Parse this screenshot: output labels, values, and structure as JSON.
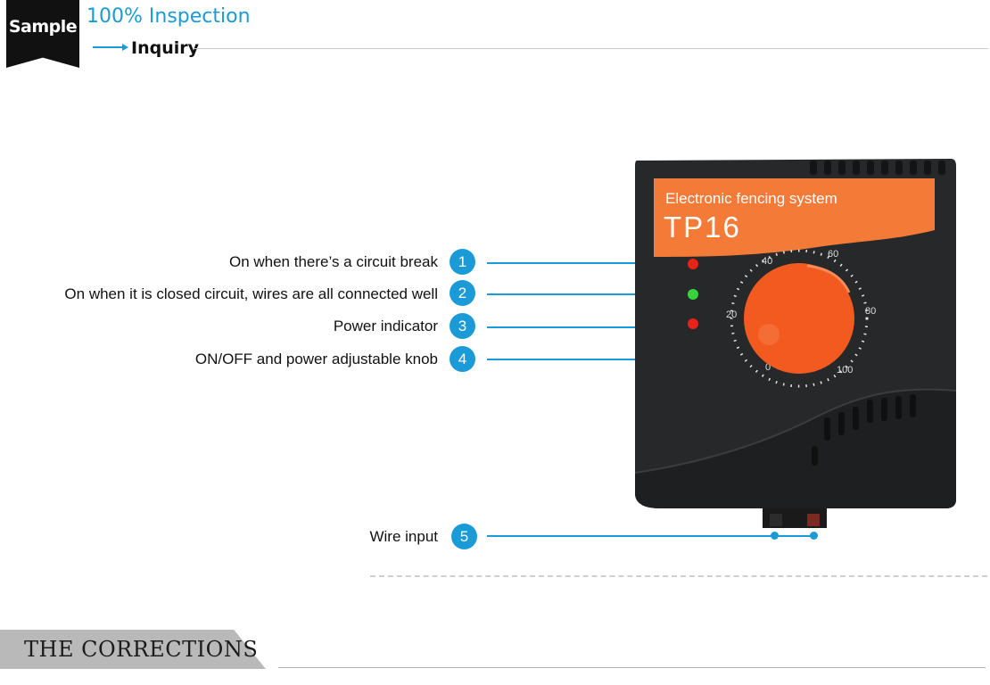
{
  "header": {
    "badge": "Sample",
    "title": "100% Inspection",
    "subtitle": "Inquiry",
    "accent_color": "#1a9ad6"
  },
  "features": [
    {
      "number": "1",
      "label": "On when there’s a circuit break"
    },
    {
      "number": "2",
      "label": "On when it is closed circuit, wires are all connected well"
    },
    {
      "number": "3",
      "label": "Power indicator"
    },
    {
      "number": "4",
      "label": "ON/OFF and power adjustable knob"
    },
    {
      "number": "5",
      "label": "Wire input"
    }
  ],
  "device": {
    "line1": "Electronic fencing system",
    "line2": "TP16",
    "scale": {
      "s0": "0",
      "s20": "20",
      "s40": "40",
      "s60": "60",
      "s80": "80",
      "s100": "100"
    },
    "led_colors": {
      "break": "#e8231a",
      "closed": "#35d43a",
      "power": "#e8231a"
    },
    "panel_color": "#f47a38",
    "knob_color": "#f25a1f"
  },
  "footer": {
    "section_title": "THE CORRECTIONS"
  }
}
